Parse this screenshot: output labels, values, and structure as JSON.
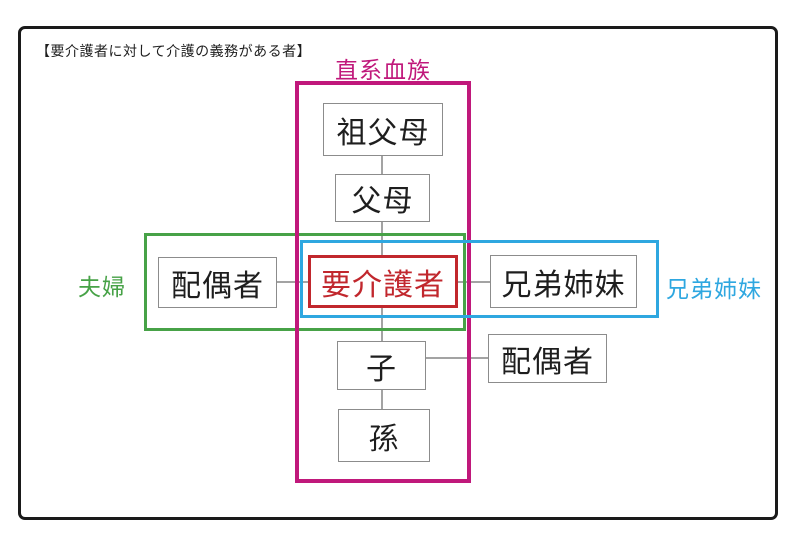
{
  "title": "【要介護者に対して介護の義務がある者】",
  "groups": {
    "direct_line": {
      "label": "直系血族"
    },
    "couple": {
      "label": "夫婦"
    },
    "siblings": {
      "label": "兄弟姉妹"
    }
  },
  "nodes": {
    "grandparents": {
      "label": "祖父母"
    },
    "parents": {
      "label": "父母"
    },
    "spouse": {
      "label": "配偶者"
    },
    "care_receiver": {
      "label": "要介護者"
    },
    "siblings": {
      "label": "兄弟姉妹"
    },
    "child": {
      "label": "子"
    },
    "child_spouse": {
      "label": "配偶者"
    },
    "grandchild": {
      "label": "孫"
    }
  },
  "edges": [
    {
      "from": "grandparents",
      "to": "parents"
    },
    {
      "from": "parents",
      "to": "care_receiver"
    },
    {
      "from": "spouse",
      "to": "care_receiver"
    },
    {
      "from": "care_receiver",
      "to": "siblings"
    },
    {
      "from": "care_receiver",
      "to": "child"
    },
    {
      "from": "child",
      "to": "child_spouse"
    },
    {
      "from": "child",
      "to": "grandchild"
    }
  ],
  "colors": {
    "direct_line": "#C0187B",
    "couple": "#47A247",
    "siblings": "#2EA7E0",
    "care_receiver": "#C1272D",
    "node_border": "#8C8C8C",
    "connector": "#A3A3A3",
    "frame": "#1A1A1A",
    "text": "#1E1E1E"
  }
}
